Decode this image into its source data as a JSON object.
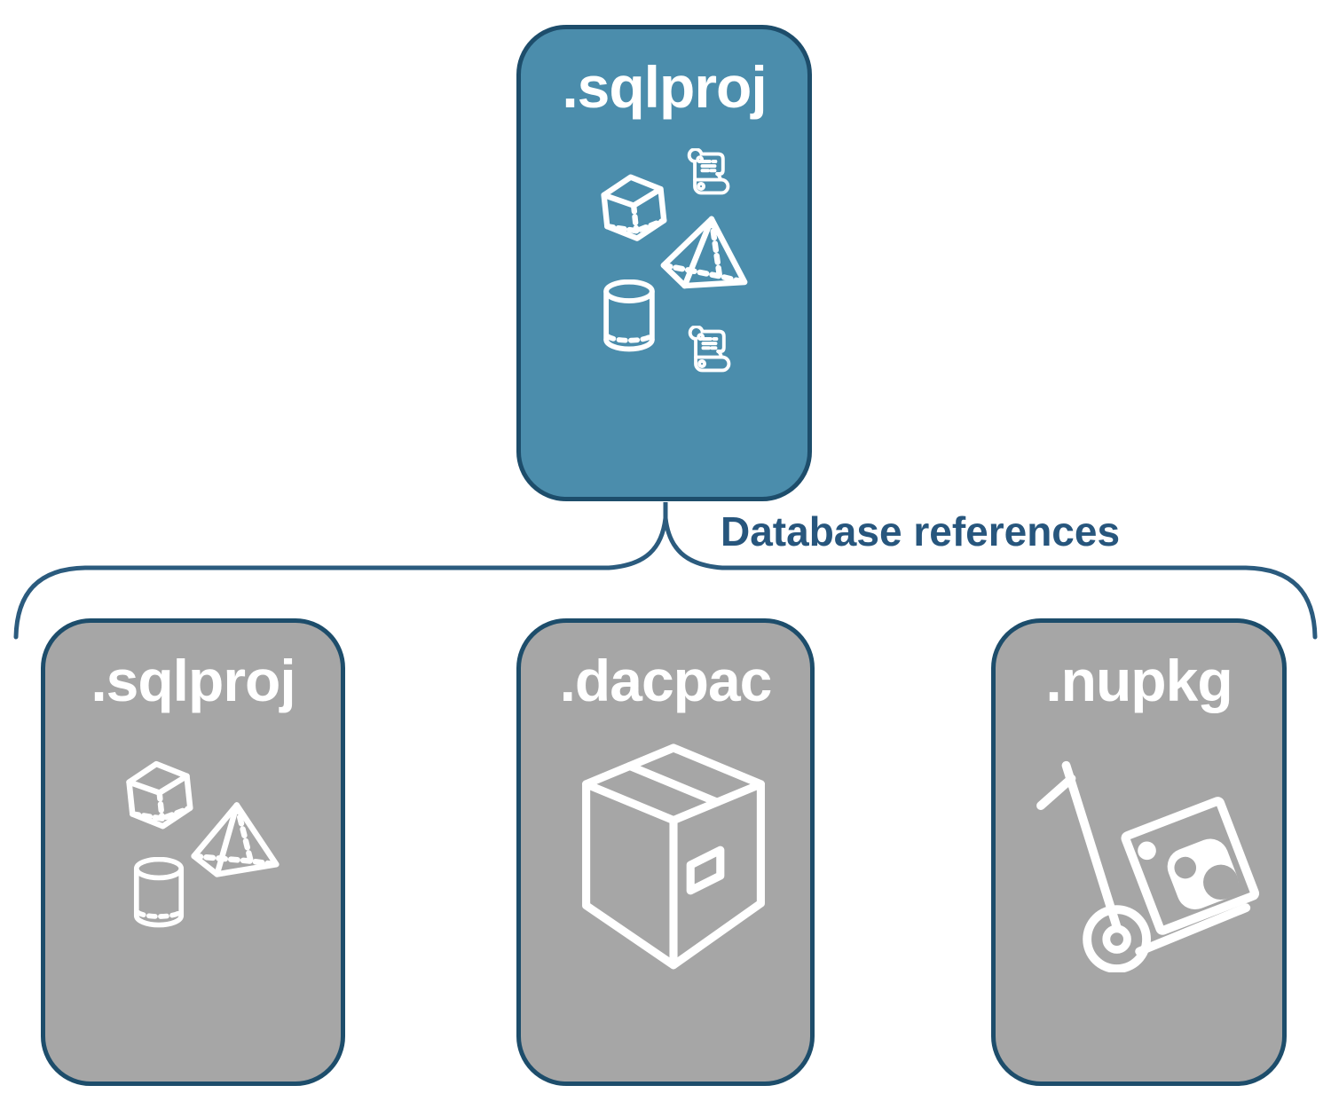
{
  "diagram": {
    "root": {
      "label": ".sqlproj",
      "icons": [
        "cube-icon",
        "scroll-icon",
        "pyramid-icon",
        "cylinder-icon",
        "scroll-icon"
      ]
    },
    "connector": {
      "label": "Database references"
    },
    "children": [
      {
        "label": ".sqlproj",
        "icons": [
          "cube-icon",
          "pyramid-icon",
          "cylinder-icon"
        ]
      },
      {
        "label": ".dacpac",
        "icons": [
          "package-box-icon"
        ]
      },
      {
        "label": ".nupkg",
        "icons": [
          "hand-truck-icon"
        ]
      }
    ],
    "colors": {
      "root_fill": "#4b8dac",
      "child_fill": "#a6a6a6",
      "card_border": "#1d4d6b",
      "connector_line": "#2b5b7e",
      "connector_text": "#27567d",
      "title_text": "#ffffff",
      "icon_stroke": "#ffffff"
    }
  }
}
